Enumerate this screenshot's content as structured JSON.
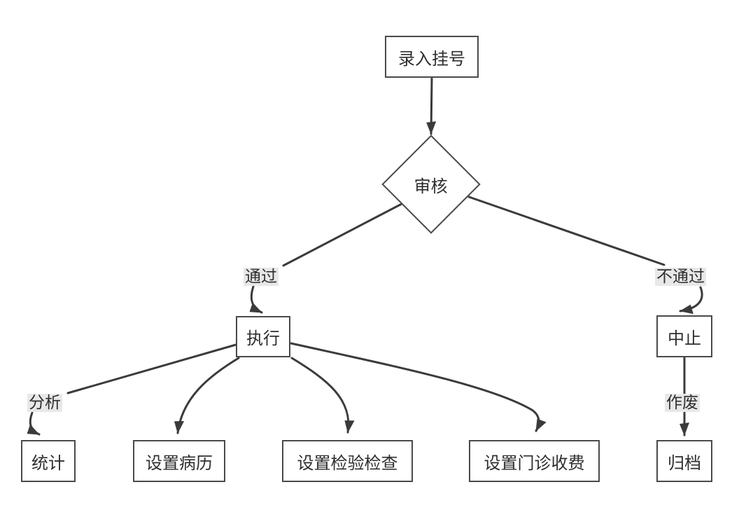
{
  "diagram": {
    "title": "registration-review-workflow",
    "nodes": [
      {
        "id": "start",
        "label": "录入挂号",
        "shape": "rect"
      },
      {
        "id": "review",
        "label": "审核",
        "shape": "diamond"
      },
      {
        "id": "execute",
        "label": "执行",
        "shape": "rect"
      },
      {
        "id": "abort",
        "label": "中止",
        "shape": "rect"
      },
      {
        "id": "statistics",
        "label": "统计",
        "shape": "rect"
      },
      {
        "id": "set-medical-record",
        "label": "设置病历",
        "shape": "rect"
      },
      {
        "id": "set-lab-exams",
        "label": "设置检验检查",
        "shape": "rect"
      },
      {
        "id": "set-outpatient-fees",
        "label": "设置门诊收费",
        "shape": "rect"
      },
      {
        "id": "archive",
        "label": "归档",
        "shape": "rect"
      }
    ],
    "edges": [
      {
        "from": "录入挂号",
        "to": "审核",
        "label": ""
      },
      {
        "from": "审核",
        "to": "执行",
        "label": "通过"
      },
      {
        "from": "审核",
        "to": "中止",
        "label": "不通过"
      },
      {
        "from": "执行",
        "to": "统计",
        "label": "分析"
      },
      {
        "from": "执行",
        "to": "设置病历",
        "label": ""
      },
      {
        "from": "执行",
        "to": "设置检验检查",
        "label": ""
      },
      {
        "from": "执行",
        "to": "设置门诊收费",
        "label": ""
      },
      {
        "from": "中止",
        "to": "归档",
        "label": "作废"
      }
    ],
    "colors": {
      "line": "#3b3b3b",
      "node_border": "#4a4a4a",
      "node_fill": "#ffffff",
      "label_bg": "#e8e8e8",
      "text": "#2e2e2e",
      "background": "#ffffff"
    }
  }
}
